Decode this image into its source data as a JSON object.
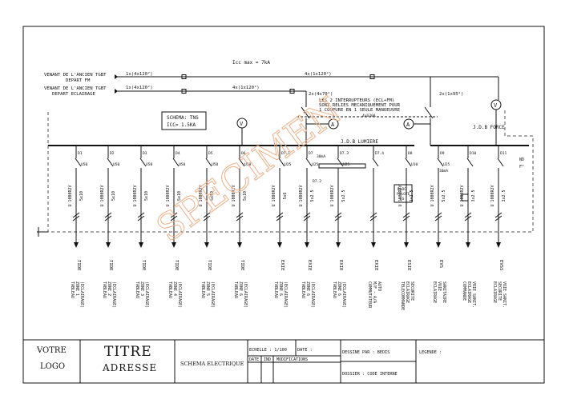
{
  "header": {
    "icc": "Icc max = 7kA",
    "source_fm": "VENANT DE L'ANCIEN TGBT",
    "source_fm_sub": "DEPART FM",
    "source_ecl": "VENANT DE L'ANCIEN TGBT",
    "source_ecl_sub": "DEPART ECLAIRAGE",
    "cable_fm_in": "1x(4x120²)",
    "cable_ecl_in": "1x(4x120²)",
    "cable_fm_main": "4x(1x120²)",
    "cable_ecl_main": "4x(1x120²)",
    "cable_2x": "2x(4x70²)",
    "cable_right": "2x(1x95²)",
    "interlock_note": [
      "LES 2 INTERRUPTEURS (ECL+FM)",
      "SONT RELIES MECANIQUEMENT POUR",
      "1 COUPURE EN 1 SEULE MANOEUVRE"
    ],
    "note_small": "4x630A",
    "schema_box": [
      "SCHEMA: TNS",
      "ICC= 1.5KA"
    ],
    "jdb_force": "J.D.B FORCE",
    "jdb_lumiere": "J.D.B LUMIERE",
    "nf": [
      "ND",
      "F°"
    ],
    "voltmeter": "V",
    "ammeter": "A",
    "watermark": "SPECIMEN"
  },
  "circuits": [
    {
      "id": "D1",
      "rating": "U50",
      "cable": "U 1000R2V",
      "section": "5x10",
      "tag": "TIDE",
      "dest": [
        "TABLEAU",
        "ZONE 1",
        "(ECLAIRAGE)"
      ]
    },
    {
      "id": "D2",
      "rating": "U50",
      "cable": "U 1000R2V",
      "section": "5x10",
      "tag": "TIDE",
      "dest": [
        "TABLEAU",
        "ZONE 2",
        "(ECLAIRAGE)"
      ]
    },
    {
      "id": "D3",
      "rating": "U50",
      "cable": "U 1000R2V",
      "section": "5x10",
      "tag": "TIDE",
      "dest": [
        "TABLEAU",
        "ZONE 3",
        "(ECLAIRAGE)"
      ]
    },
    {
      "id": "D4",
      "rating": "U50",
      "cable": "U 1000R2V",
      "section": "5x10",
      "tag": "TIDE",
      "dest": [
        "TABLEAU",
        "ZONE 4",
        "(ECLAIRAGE)"
      ]
    },
    {
      "id": "D5",
      "rating": "U50",
      "cable": "U 1000R2V",
      "section": "5x10",
      "tag": "TIDE",
      "dest": [
        "TABLEAU",
        "ZONE 5",
        "(ECLAIRAGE)"
      ]
    },
    {
      "id": "D6",
      "rating": "U50",
      "cable": "U 1000R2V",
      "section": "5x10",
      "tag": "TIDE",
      "dest": [
        "TABLEAU",
        "ZONE 6",
        "(ECLAIRAGE)"
      ]
    },
    {
      "id": "D7.1",
      "rating": "U25",
      "cable": "U 1000R2V",
      "section": "5x6",
      "tag": "EXIE",
      "dest": [
        "TABLEAU",
        "ZONE 6",
        "(ECLAIRAGE)"
      ]
    },
    {
      "id": "D7",
      "rating": "U25",
      "cable": "U 1000R2V",
      "section": "5x2.5",
      "tag": "EXIE",
      "dest": [
        "TABLEAU",
        "ZONE 6",
        "(ECLAIRAGE)"
      ]
    },
    {
      "id": "D7.3",
      "rating": "U25",
      "cable": "U 1000R2V",
      "section": "5x2.5",
      "tag": "EXIE",
      "dest": [
        "TABLEAU",
        "ZONE 6",
        "(ECLAIRAGE)"
      ]
    },
    {
      "id": "D7.4",
      "rating": "",
      "cable": "",
      "section": "",
      "tag": "EXIE",
      "dest": [
        "COMMUTATEUR",
        "M/F - A/A",
        "AUTO"
      ]
    },
    {
      "id": "D8",
      "rating": "U10",
      "cable": "U 1000R2V",
      "section": "2x2.5",
      "tag": "ESIE",
      "dest": [
        "TELECOMMANDE",
        "ECLAIRAGE",
        "SECURITE"
      ]
    },
    {
      "id": "D9",
      "rating": "U25",
      "cable": "U 1000R2V",
      "section": "5x2.5",
      "tag": "EVS",
      "dest": [
        "ECLAIRAGE",
        "VOIE",
        "SANITAIRE"
      ]
    },
    {
      "id": "D10",
      "rating": "",
      "cable": "U 1000R2V",
      "section": "3x2.5",
      "tag": "",
      "dest": [
        "COMMANDE",
        "ECLAIRAGE",
        "VOIE SANIT."
      ]
    },
    {
      "id": "D11",
      "rating": "",
      "cable": "U 1000R2V",
      "section": "3x2.5",
      "tag": "EVSS",
      "dest": [
        "ECLAIRAGE",
        "SECURITE",
        "VOIE SANIT."
      ]
    }
  ],
  "labels": {
    "bloc_pilote": [
      "BLOC",
      "PILOTE",
      "ES"
    ],
    "ma_30": "30mA",
    "contactor": "D7.2",
    "d8": "D8",
    "d9": "D9"
  },
  "title_block": {
    "logo_1": "VOTRE",
    "logo_2": "LOGO",
    "titre": "TITRE",
    "adresse": "ADRESSE",
    "schema": "SCHEMA ELECTRIQUE",
    "echelle": "ECHELLE : 1/100",
    "date": "DATE :",
    "col_date": "DATE",
    "col_ind": "IND",
    "col_modif": "MODIFICATIONS",
    "dessine": "DESSINE PAR : BEDIS",
    "dossier": "DOSSIER : CODE INTERNE",
    "legende": "LEGENDE :"
  }
}
